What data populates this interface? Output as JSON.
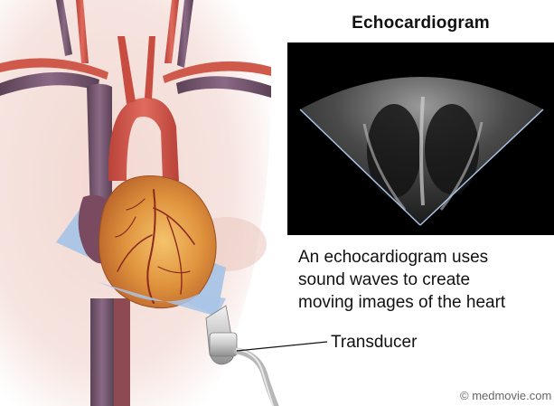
{
  "title": "Echocardiogram",
  "caption_lines": [
    "An echocardiogram uses",
    "sound waves to create",
    "moving images of the heart"
  ],
  "callout_label": "Transducer",
  "credit": "© medmovie.com",
  "colors": {
    "background": "#ffffff",
    "echo_panel": "#000000",
    "ultrasound_beam": "#a9c4e6",
    "artery": "#d65a4c",
    "vein": "#7a5a74",
    "heart": "#e3a14a",
    "skin": "#f1d9d3"
  }
}
